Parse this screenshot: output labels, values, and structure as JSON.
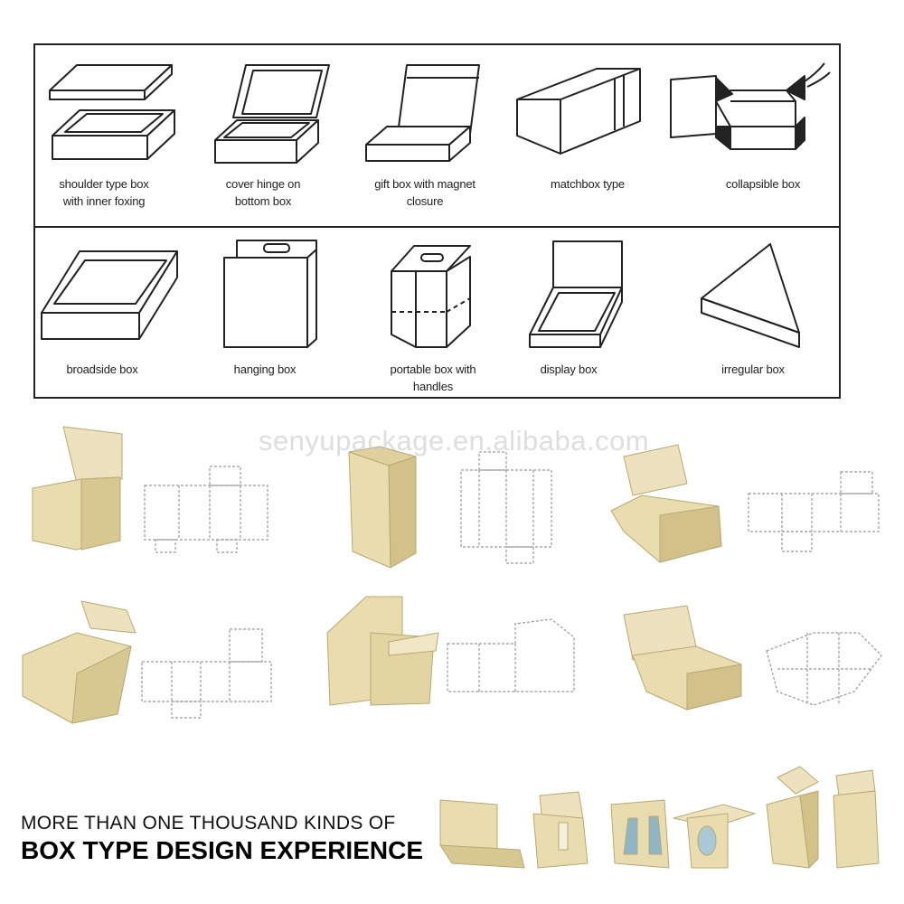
{
  "catalog": {
    "row1": [
      {
        "id": "shoulder",
        "lines": [
          "shoulder type box",
          "with inner foxing"
        ]
      },
      {
        "id": "cover-hinge",
        "lines": [
          "cover hinge on",
          "bottom box"
        ]
      },
      {
        "id": "gift-magnet",
        "lines": [
          "gift box with magnet",
          "closure"
        ]
      },
      {
        "id": "matchbox",
        "lines": [
          "matchbox type"
        ]
      },
      {
        "id": "collapsible",
        "lines": [
          "collapsible box"
        ]
      }
    ],
    "row2": [
      {
        "id": "broadside",
        "lines": [
          "broadside box"
        ]
      },
      {
        "id": "hanging",
        "lines": [
          "hanging box"
        ]
      },
      {
        "id": "portable",
        "lines": [
          "portable box with",
          "handles"
        ]
      },
      {
        "id": "display",
        "lines": [
          "display box"
        ]
      },
      {
        "id": "irregular",
        "lines": [
          "irregular box"
        ]
      }
    ]
  },
  "watermark": "senyupackage.en.alibaba.com",
  "tagline": {
    "line1": "MORE THAN ONE THOUSAND KINDS OF",
    "line2": "BOX TYPE DESIGN EXPERIENCE"
  },
  "colors": {
    "kraft": "#e9dcae",
    "kraft_dark": "#c9b982",
    "kraft_light": "#f3ead0",
    "line": "#222222",
    "dieline": "#9a9a9a"
  }
}
